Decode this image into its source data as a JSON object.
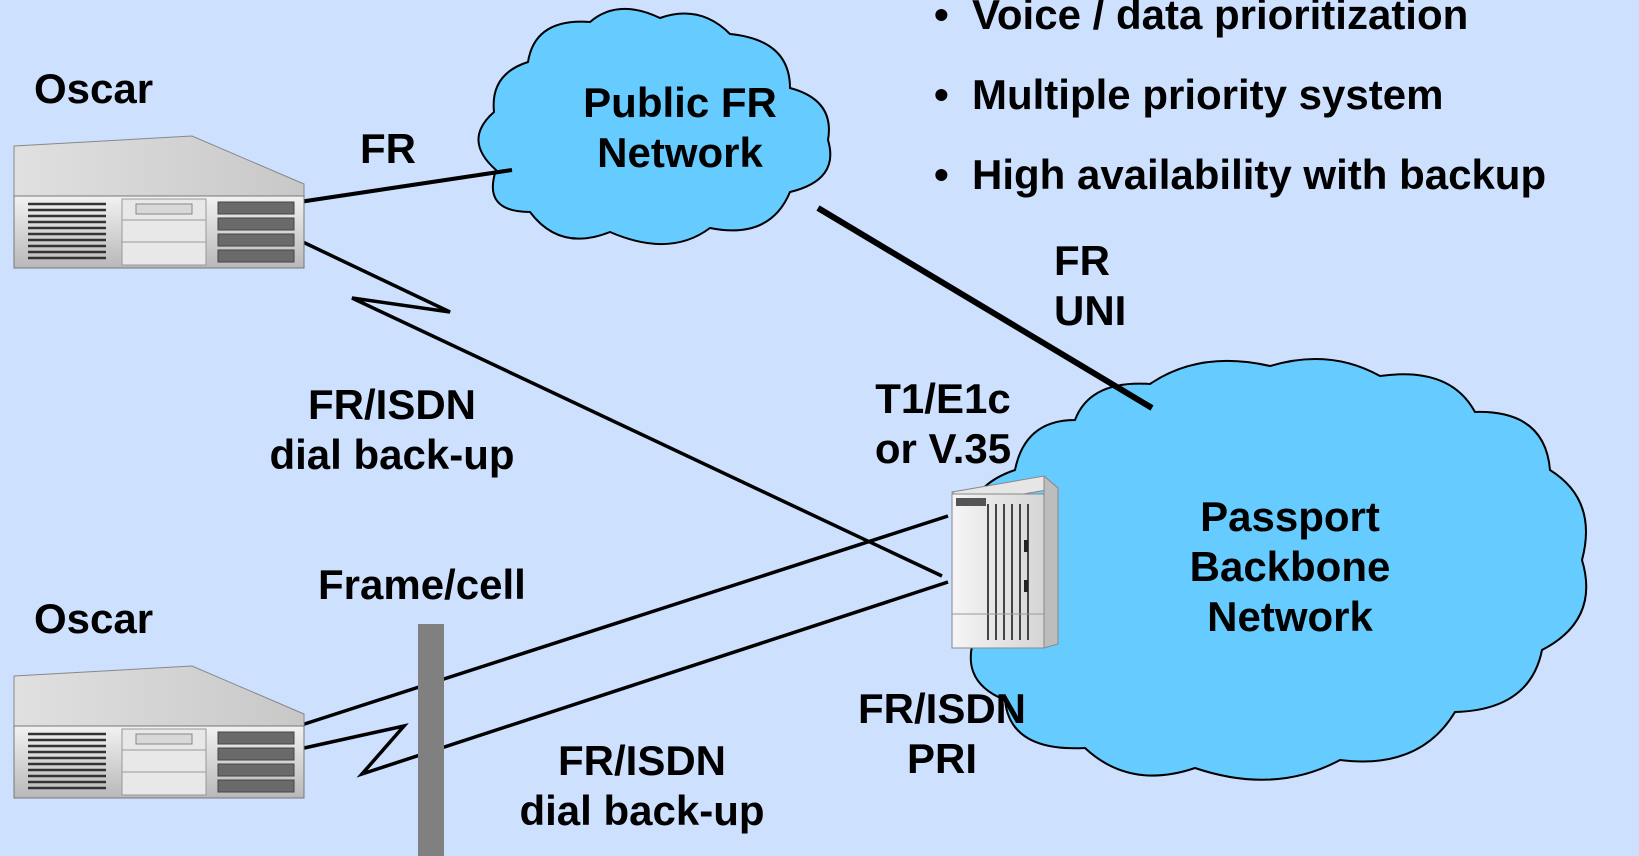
{
  "diagram": {
    "bullets": [
      "Voice / data prioritization",
      "Multiple priority system",
      "High availability with backup"
    ],
    "bullet_glyph": "•",
    "nodes": {
      "oscar_top": "Oscar",
      "oscar_bottom": "Oscar",
      "public_cloud": [
        "Public FR",
        "Network"
      ],
      "backbone_cloud": [
        "Passport",
        "Backbone",
        "Network"
      ]
    },
    "links": {
      "fr": "FR",
      "fr_uni": [
        "FR",
        "UNI"
      ],
      "dial_backup_top": [
        "FR/ISDN",
        "dial back-up"
      ],
      "t1e1": [
        "T1/E1c",
        "or V.35"
      ],
      "frame_cell": "Frame/cell",
      "dial_backup_bottom": [
        "FR/ISDN",
        "dial back-up"
      ],
      "fr_isdn_pri": [
        "FR/ISDN",
        "PRI"
      ]
    },
    "colors": {
      "background": "#cde0fe",
      "cloud_fill": "#66ccff",
      "line": "#000000",
      "pole": "#808080"
    },
    "icons": [
      "server-icon",
      "passport-switch-icon",
      "cloud-icon"
    ]
  }
}
